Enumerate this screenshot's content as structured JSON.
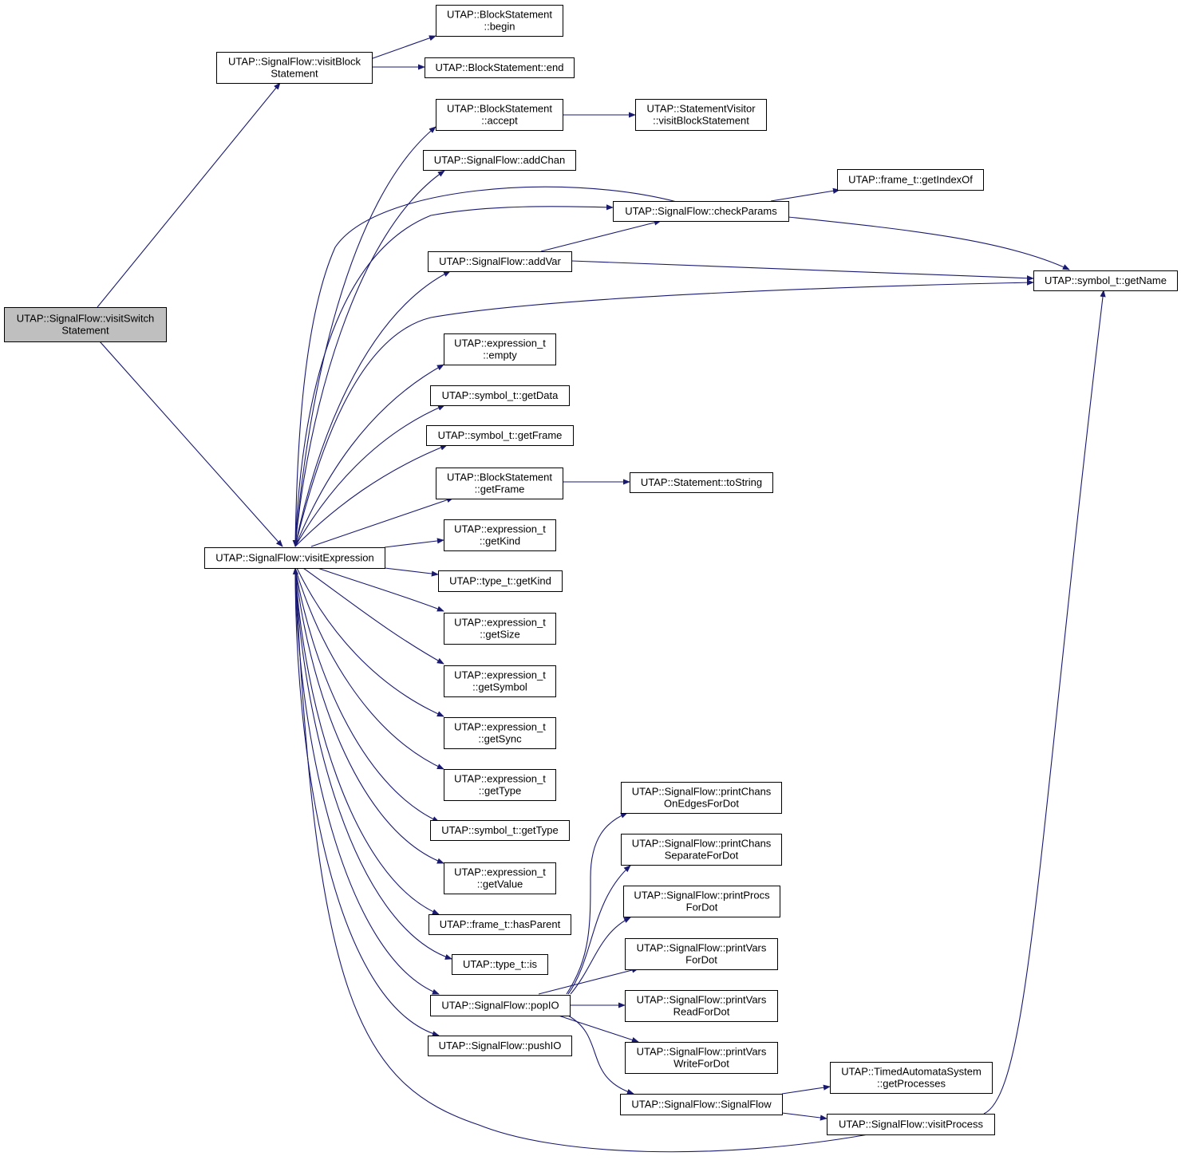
{
  "diagram": {
    "edge_color": "#191970",
    "root_fill": "#bfbfbf",
    "nodes": [
      {
        "id": "root",
        "lines": [
          "UTAP::SignalFlow::visitSwitch",
          "Statement"
        ],
        "root": true
      },
      {
        "id": "vbs",
        "lines": [
          "UTAP::SignalFlow::visitBlock",
          "Statement"
        ]
      },
      {
        "id": "bsbegin",
        "lines": [
          "UTAP::BlockStatement",
          "::begin"
        ]
      },
      {
        "id": "bsend",
        "lines": [
          "UTAP::BlockStatement::end"
        ]
      },
      {
        "id": "bsaccept",
        "lines": [
          "UTAP::BlockStatement",
          "::accept"
        ]
      },
      {
        "id": "svvbs",
        "lines": [
          "UTAP::StatementVisitor",
          "::visitBlockStatement"
        ]
      },
      {
        "id": "addchan",
        "lines": [
          "UTAP::SignalFlow::addChan"
        ]
      },
      {
        "id": "getindexof",
        "lines": [
          "UTAP::frame_t::getIndexOf"
        ]
      },
      {
        "id": "checkparams",
        "lines": [
          "UTAP::SignalFlow::checkParams"
        ]
      },
      {
        "id": "addvar",
        "lines": [
          "UTAP::SignalFlow::addVar"
        ]
      },
      {
        "id": "getname",
        "lines": [
          "UTAP::symbol_t::getName"
        ]
      },
      {
        "id": "empty",
        "lines": [
          "UTAP::expression_t",
          "::empty"
        ]
      },
      {
        "id": "getdata",
        "lines": [
          "UTAP::symbol_t::getData"
        ]
      },
      {
        "id": "stgetframe",
        "lines": [
          "UTAP::symbol_t::getFrame"
        ]
      },
      {
        "id": "bsgetframe",
        "lines": [
          "UTAP::BlockStatement",
          "::getFrame"
        ]
      },
      {
        "id": "tostring",
        "lines": [
          "UTAP::Statement::toString"
        ]
      },
      {
        "id": "egetkind",
        "lines": [
          "UTAP::expression_t",
          "::getKind"
        ]
      },
      {
        "id": "visitexpr",
        "lines": [
          "UTAP::SignalFlow::visitExpression"
        ]
      },
      {
        "id": "tgetkind",
        "lines": [
          "UTAP::type_t::getKind"
        ]
      },
      {
        "id": "getsize",
        "lines": [
          "UTAP::expression_t",
          "::getSize"
        ]
      },
      {
        "id": "getsymbol",
        "lines": [
          "UTAP::expression_t",
          "::getSymbol"
        ]
      },
      {
        "id": "getsync",
        "lines": [
          "UTAP::expression_t",
          "::getSync"
        ]
      },
      {
        "id": "egettype",
        "lines": [
          "UTAP::expression_t",
          "::getType"
        ]
      },
      {
        "id": "sgettype",
        "lines": [
          "UTAP::symbol_t::getType"
        ]
      },
      {
        "id": "getvalue",
        "lines": [
          "UTAP::expression_t",
          "::getValue"
        ]
      },
      {
        "id": "hasparent",
        "lines": [
          "UTAP::frame_t::hasParent"
        ]
      },
      {
        "id": "is",
        "lines": [
          "UTAP::type_t::is"
        ]
      },
      {
        "id": "popio",
        "lines": [
          "UTAP::SignalFlow::popIO"
        ]
      },
      {
        "id": "pushio",
        "lines": [
          "UTAP::SignalFlow::pushIO"
        ]
      },
      {
        "id": "pcoe",
        "lines": [
          "UTAP::SignalFlow::printChans",
          "OnEdgesForDot"
        ]
      },
      {
        "id": "pcs",
        "lines": [
          "UTAP::SignalFlow::printChans",
          "SeparateForDot"
        ]
      },
      {
        "id": "pprocs",
        "lines": [
          "UTAP::SignalFlow::printProcs",
          "ForDot"
        ]
      },
      {
        "id": "pvars",
        "lines": [
          "UTAP::SignalFlow::printVars",
          "ForDot"
        ]
      },
      {
        "id": "pvread",
        "lines": [
          "UTAP::SignalFlow::printVars",
          "ReadForDot"
        ]
      },
      {
        "id": "pvwrite",
        "lines": [
          "UTAP::SignalFlow::printVars",
          "WriteForDot"
        ]
      },
      {
        "id": "getprocesses",
        "lines": [
          "UTAP::TimedAutomataSystem",
          "::getProcesses"
        ]
      },
      {
        "id": "signalflow",
        "lines": [
          "UTAP::SignalFlow::SignalFlow"
        ]
      },
      {
        "id": "visitprocess",
        "lines": [
          "UTAP::SignalFlow::visitProcess"
        ]
      }
    ],
    "edges": [
      [
        "root",
        "vbs"
      ],
      [
        "root",
        "visitexpr"
      ],
      [
        "vbs",
        "bsbegin"
      ],
      [
        "vbs",
        "bsend"
      ],
      [
        "bsaccept",
        "svvbs"
      ],
      [
        "checkparams",
        "getindexof"
      ],
      [
        "checkparams",
        "getname"
      ],
      [
        "checkparams",
        "visitexpr"
      ],
      [
        "addvar",
        "checkparams"
      ],
      [
        "addvar",
        "getname"
      ],
      [
        "bsgetframe",
        "tostring"
      ],
      [
        "visitexpr",
        "bsaccept"
      ],
      [
        "visitexpr",
        "addchan"
      ],
      [
        "visitexpr",
        "checkparams"
      ],
      [
        "visitexpr",
        "addvar"
      ],
      [
        "visitexpr",
        "getname"
      ],
      [
        "visitexpr",
        "empty"
      ],
      [
        "visitexpr",
        "getdata"
      ],
      [
        "visitexpr",
        "stgetframe"
      ],
      [
        "visitexpr",
        "bsgetframe"
      ],
      [
        "visitexpr",
        "egetkind"
      ],
      [
        "visitexpr",
        "tgetkind"
      ],
      [
        "visitexpr",
        "getsize"
      ],
      [
        "visitexpr",
        "getsymbol"
      ],
      [
        "visitexpr",
        "getsync"
      ],
      [
        "visitexpr",
        "egettype"
      ],
      [
        "visitexpr",
        "sgettype"
      ],
      [
        "visitexpr",
        "getvalue"
      ],
      [
        "visitexpr",
        "hasparent"
      ],
      [
        "visitexpr",
        "is"
      ],
      [
        "visitexpr",
        "popio"
      ],
      [
        "visitexpr",
        "pushio"
      ],
      [
        "popio",
        "pcoe"
      ],
      [
        "popio",
        "pcs"
      ],
      [
        "popio",
        "pprocs"
      ],
      [
        "popio",
        "pvars"
      ],
      [
        "popio",
        "pvread"
      ],
      [
        "popio",
        "pvwrite"
      ],
      [
        "popio",
        "signalflow"
      ],
      [
        "signalflow",
        "getprocesses"
      ],
      [
        "signalflow",
        "visitprocess"
      ],
      [
        "visitprocess",
        "getname"
      ],
      [
        "visitprocess",
        "visitexpr"
      ]
    ]
  }
}
